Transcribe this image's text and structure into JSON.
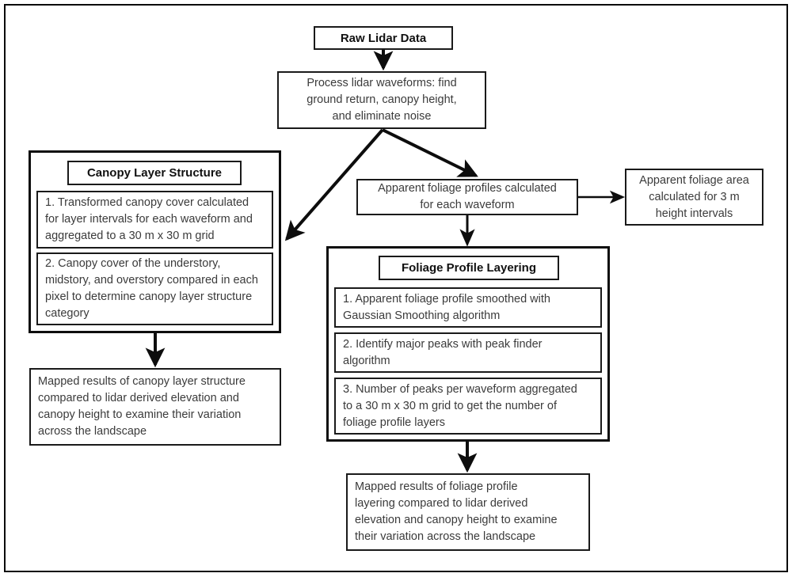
{
  "diagram": {
    "title_alt": "Lidar waveform processing workflow flowchart",
    "frame_color": "#0a0a0a",
    "box_border_color": "#1a1a1a",
    "group_border_color": "#0d0d0d",
    "text_color": "#3b3b3b",
    "header_text_color": "#111111",
    "background": "#ffffff"
  },
  "nodes": {
    "raw_lidar_data": "Raw Lidar Data",
    "process_waveforms": "Process lidar waveforms: find\nground return, canopy height,\nand eliminate noise",
    "canopy_layer_structure_header": "Canopy Layer Structure",
    "canopy_step_1": "1. Transformed canopy cover calculated\nfor layer intervals for each waveform and\naggregated to a 30 m x 30 m grid",
    "canopy_step_2": "2. Canopy cover of the understory,\nmidstory, and overstory compared in each\npixel to determine canopy layer structure\ncategory",
    "canopy_mapped_results": "Mapped results of canopy layer structure\ncompared to lidar derived elevation and\ncanopy height to examine their variation\nacross the landscape",
    "apparent_foliage_profiles": "Apparent foliage profiles calculated\nfor each waveform",
    "apparent_foliage_area": "Apparent foliage area\ncalculated for 3 m\nheight intervals",
    "foliage_profile_layering_header": "Foliage Profile Layering",
    "foliage_step_1": "1. Apparent foliage profile smoothed with\nGaussian Smoothing algorithm",
    "foliage_step_2": "2. Identify major peaks with peak finder\nalgorithm",
    "foliage_step_3": "3. Number of peaks per waveform aggregated\nto a 30 m x 30 m grid to get the number of\nfoliage profile layers",
    "foliage_mapped_results": "Mapped results of foliage profile\nlayering compared to lidar derived\nelevation and canopy height to examine\ntheir variation across the landscape"
  },
  "connections": [
    {
      "name": "raw-to-process",
      "from": "raw_lidar_data",
      "to": "process_waveforms",
      "style": "vertical-arrow"
    },
    {
      "name": "process-to-canopy-group",
      "from": "process_waveforms",
      "to": "canopy_layer_structure_group",
      "style": "diagonal-arrow-left"
    },
    {
      "name": "process-to-apparent-profiles",
      "from": "process_waveforms",
      "to": "apparent_foliage_profiles",
      "style": "diagonal-arrow-right"
    },
    {
      "name": "profiles-to-foliage-area",
      "from": "apparent_foliage_profiles",
      "to": "apparent_foliage_area",
      "style": "horizontal-arrow"
    },
    {
      "name": "profiles-to-foliage-layering-group",
      "from": "apparent_foliage_profiles",
      "to": "foliage_profile_layering_group",
      "style": "vertical-arrow"
    },
    {
      "name": "canopy-group-to-mapped-results",
      "from": "canopy_layer_structure_group",
      "to": "canopy_mapped_results",
      "style": "vertical-arrow"
    },
    {
      "name": "foliage-group-to-mapped-results",
      "from": "foliage_profile_layering_group",
      "to": "foliage_mapped_results",
      "style": "vertical-arrow"
    }
  ]
}
